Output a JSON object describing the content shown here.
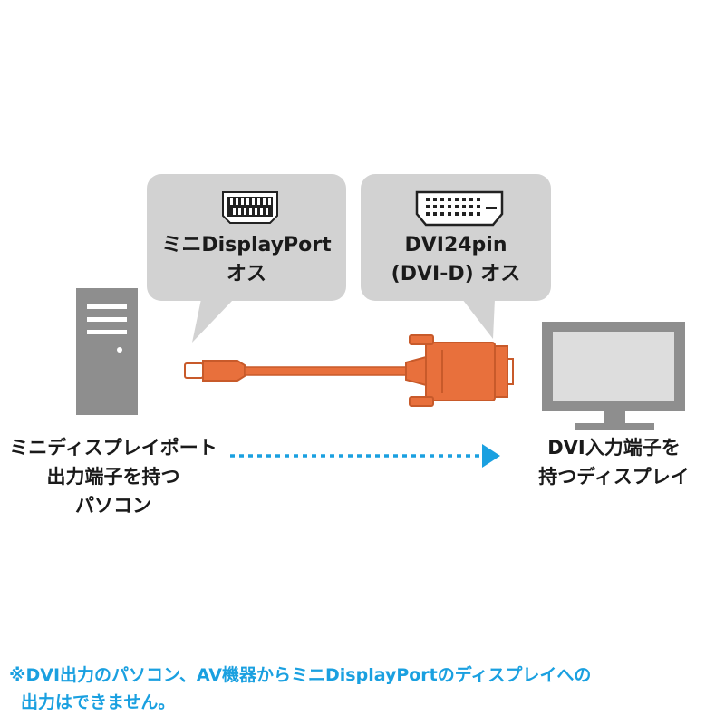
{
  "bubbles": {
    "left": {
      "line1": "ミニDisplayPort",
      "line2": "オス",
      "icon": "mini-displayport-connector-icon"
    },
    "right": {
      "line1": "DVI24pin",
      "line2": "(DVI-D) オス",
      "icon": "dvi-connector-icon"
    }
  },
  "captions": {
    "pc": {
      "line1": "ミニディスプレイポート",
      "line2": "出力端子を持つ",
      "line3": "パソコン"
    },
    "display": {
      "line1": "DVI入力端子を",
      "line2": "持つディスプレイ"
    }
  },
  "note": {
    "line1": "※DVI出力のパソコン、AV機器からミニDisplayPortのディスプレイへの",
    "line2": "出力はできません。"
  },
  "colors": {
    "bubble": "#d2d2d2",
    "device": "#8e8e8e",
    "cable": "#e8703c",
    "cable_dark": "#c85a2a",
    "arrow": "#1aa0e0",
    "note": "#1aa0e0"
  }
}
